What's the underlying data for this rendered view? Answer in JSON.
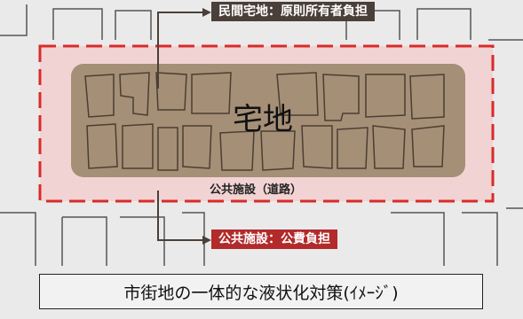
{
  "labels": {
    "private_land_callout": "民間宅地：原則所有者負担",
    "residential_area": "宅地",
    "public_road": "公共施設（道路）",
    "public_facility_callout": "公共施設：公費負担"
  },
  "caption": "市街地の一体的な液状化対策(ｲﾒｰｼﾞ)",
  "colors": {
    "area_fill": "#f2d3d3",
    "dashed_border": "#d92b2b",
    "lot_fill": "#a58f77",
    "private_callout_bg": "#4a4039",
    "public_callout_bg": "#b22a2a"
  }
}
